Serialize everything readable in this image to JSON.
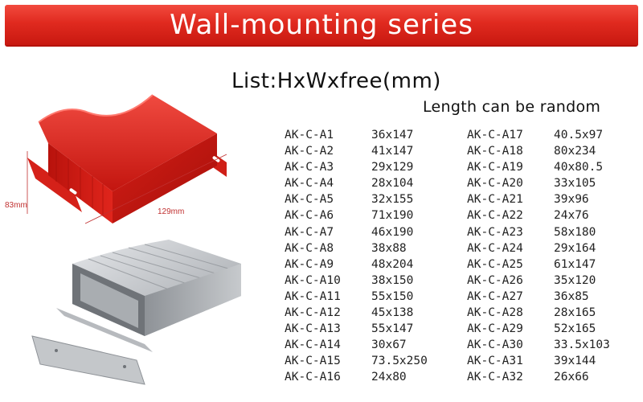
{
  "banner": {
    "title": "Wall-mounting series"
  },
  "list_title": "List:HxWxfree(mm)",
  "subtitle": "Length can be random",
  "images": {
    "red_dim_height": "83mm",
    "red_dim_width": "129mm"
  },
  "colors": {
    "banner": "#e02a1f",
    "enclosure_red": "#d8231c",
    "enclosure_silver": "#b9bcc0"
  },
  "left_column": [
    {
      "code": "AK-C-A1",
      "size": "36x147"
    },
    {
      "code": "AK-C-A2",
      "size": "41x147"
    },
    {
      "code": "AK-C-A3",
      "size": "29x129"
    },
    {
      "code": "AK-C-A4",
      "size": "28x104"
    },
    {
      "code": "AK-C-A5",
      "size": "32x155"
    },
    {
      "code": "AK-C-A6",
      "size": "71x190"
    },
    {
      "code": "AK-C-A7",
      "size": "46x190"
    },
    {
      "code": "AK-C-A8",
      "size": "38x88"
    },
    {
      "code": "AK-C-A9",
      "size": "48x204"
    },
    {
      "code": "AK-C-A10",
      "size": "38x150"
    },
    {
      "code": "AK-C-A11",
      "size": "55x150"
    },
    {
      "code": "AK-C-A12",
      "size": "45x138"
    },
    {
      "code": "AK-C-A13",
      "size": "55x147"
    },
    {
      "code": "AK-C-A14",
      "size": "30x67"
    },
    {
      "code": "AK-C-A15",
      "size": "73.5x250"
    },
    {
      "code": "AK-C-A16",
      "size": "24x80"
    }
  ],
  "right_column": [
    {
      "code": "AK-C-A17",
      "size": "40.5x97"
    },
    {
      "code": "AK-C-A18",
      "size": "80x234"
    },
    {
      "code": "AK-C-A19",
      "size": "40x80.5"
    },
    {
      "code": "AK-C-A20",
      "size": "33x105"
    },
    {
      "code": "AK-C-A21",
      "size": "39x96"
    },
    {
      "code": "AK-C-A22",
      "size": "24x76"
    },
    {
      "code": "AK-C-A23",
      "size": "58x180"
    },
    {
      "code": "AK-C-A24",
      "size": "29x164"
    },
    {
      "code": "AK-C-A25",
      "size": "61x147"
    },
    {
      "code": "AK-C-A26",
      "size": "35x120"
    },
    {
      "code": "AK-C-A27",
      "size": "36x85"
    },
    {
      "code": "AK-C-A28",
      "size": "28x165"
    },
    {
      "code": "AK-C-A29",
      "size": "52x165"
    },
    {
      "code": "AK-C-A30",
      "size": "33.5x103"
    },
    {
      "code": "AK-C-A31",
      "size": "39x144"
    },
    {
      "code": "AK-C-A32",
      "size": "26x66"
    }
  ]
}
